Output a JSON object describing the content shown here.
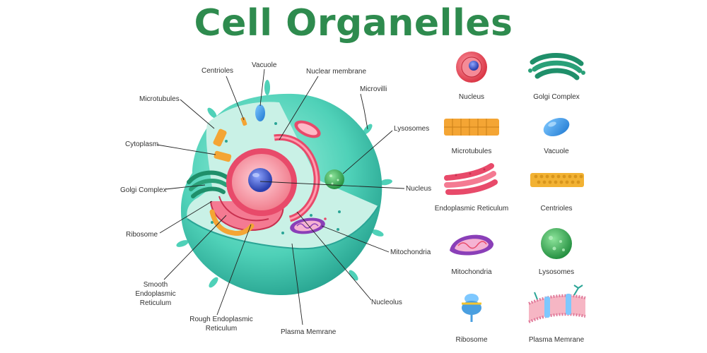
{
  "title": "Cell Organelles",
  "colors": {
    "title": "#2e8b4e",
    "membrane": "#4fd1b8",
    "membrane_dark": "#2aa596",
    "cytoplasm": "#c9f1e6",
    "nucleus": "#f07a8a",
    "nucleolus": "#3b55c8",
    "er": "#e84a6a",
    "golgi": "#1f8f6a",
    "microtubule": "#f4a534",
    "lysosome": "#2faa4a"
  },
  "diagram": {
    "labels": {
      "centrioles": "Centrioles",
      "vacuole": "Vacuole",
      "nuclear_membrane": "Nuclear membrane",
      "microvilli": "Microvilli",
      "microtubules": "Microtubules",
      "lysosomes": "Lysosomes",
      "cytoplasm": "Cytoplasm",
      "golgi_complex": "Golgi Complex",
      "nucleus": "Nucleus",
      "ribosome": "Ribosome",
      "mitochondria": "Mitochondria",
      "smooth_er": [
        "Smooth",
        "Endoplasmic",
        "Reticulum"
      ],
      "nucleolus": "Nucleolus",
      "rough_er": [
        "Rough Endoplasmic",
        "Reticulum"
      ],
      "plasma_membrane": "Plasma Memrane"
    }
  },
  "legend": {
    "items": [
      {
        "label": "Nucleus",
        "icon": "nucleus-icon"
      },
      {
        "label": "Golgi Complex",
        "icon": "golgi-icon"
      },
      {
        "label": "Microtubules",
        "icon": "microtubules-icon"
      },
      {
        "label": "Vacuole",
        "icon": "vacuole-icon"
      },
      {
        "label": "Endoplasmic Reticulum",
        "icon": "er-icon"
      },
      {
        "label": "Centrioles",
        "icon": "centrioles-icon"
      },
      {
        "label": "Mitochondria",
        "icon": "mitochondria-icon"
      },
      {
        "label": "Lysosomes",
        "icon": "lysosome-icon"
      },
      {
        "label": "Ribosome",
        "icon": "ribosome-icon"
      },
      {
        "label": "Plasma Memrane",
        "icon": "plasma-membrane-icon"
      }
    ]
  }
}
